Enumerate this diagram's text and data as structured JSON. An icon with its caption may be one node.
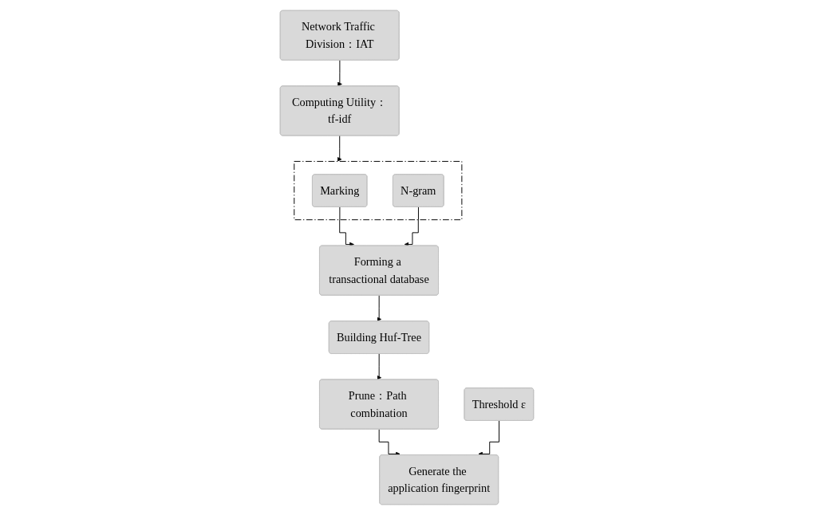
{
  "diagram": {
    "nodes": [
      {
        "text": [
          "Network Traffic Division：IAT"
        ]
      },
      {
        "text": [
          "Computing Utility：tf-idf"
        ]
      },
      {
        "text": [],
        "shape": "box"
      },
      {
        "text": [
          "Marking"
        ],
        "in": 2
      },
      {
        "text": [
          "N-gram"
        ],
        "in": 2
      },
      {
        "text": [
          "Forming a transactional database"
        ]
      },
      {
        "text": [
          "Building Huf-Tree"
        ]
      },
      {
        "text": [
          "Prune：Path combination"
        ]
      },
      {
        "text": [
          "Generate the application fingerprint"
        ]
      },
      {
        "text": [
          "Threshold ε"
        ]
      }
    ],
    "edges": [
      {
        "from": 0,
        "to": 1,
        "arrow": "to"
      },
      {
        "from": 1,
        "to": 2,
        "arrow": "to"
      },
      {
        "from": 3,
        "to": 5,
        "arrow": "to"
      },
      {
        "from": 4,
        "to": 5,
        "arrow": "to"
      },
      {
        "from": 5,
        "to": 6,
        "arrow": "to"
      },
      {
        "from": 6,
        "to": 7,
        "arrow": "to"
      },
      {
        "from": 7,
        "to": 8,
        "arrow": "to"
      },
      {
        "from": 9,
        "to": 8,
        "arrow": "to"
      }
    ]
  }
}
